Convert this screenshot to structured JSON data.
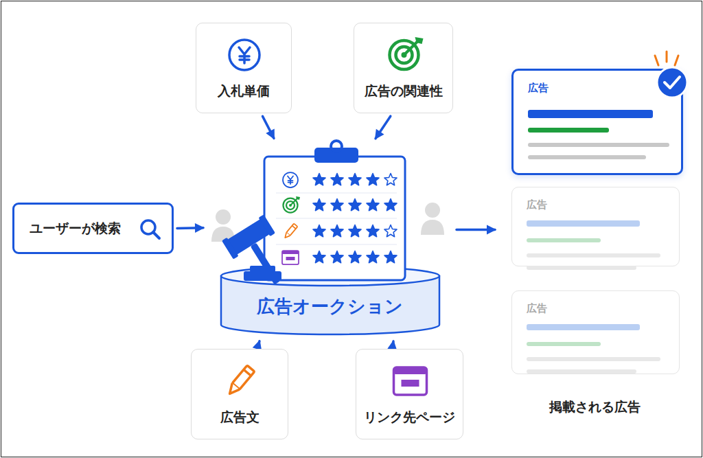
{
  "diagram": {
    "nodes": [
      {
        "text": [
          "入札単価"
        ]
      },
      {
        "text": [
          "広告の関連性"
        ]
      },
      {
        "text": [
          "ユーザーが検索"
        ]
      },
      {
        "text": [
          "広告オークション"
        ]
      },
      {
        "text": [
          "広告文"
        ]
      },
      {
        "text": [
          "リンク先ページ"
        ]
      },
      {
        "text": [
          "広告"
        ]
      },
      {
        "text": [
          "広告"
        ]
      },
      {
        "text": [
          "広告"
        ]
      }
    ],
    "edges": [
      {
        "from": 0,
        "to": 3,
        "arrow": "to"
      },
      {
        "from": 1,
        "to": 3,
        "arrow": "to"
      },
      {
        "from": 2,
        "to": 3,
        "arrow": "to"
      },
      {
        "from": 4,
        "to": 3,
        "arrow": "to"
      },
      {
        "from": 5,
        "to": 3,
        "arrow": "to"
      },
      {
        "from": 3,
        "to": 7,
        "arrow": "to"
      }
    ],
    "labels": [
      "掲載される広告"
    ]
  }
}
